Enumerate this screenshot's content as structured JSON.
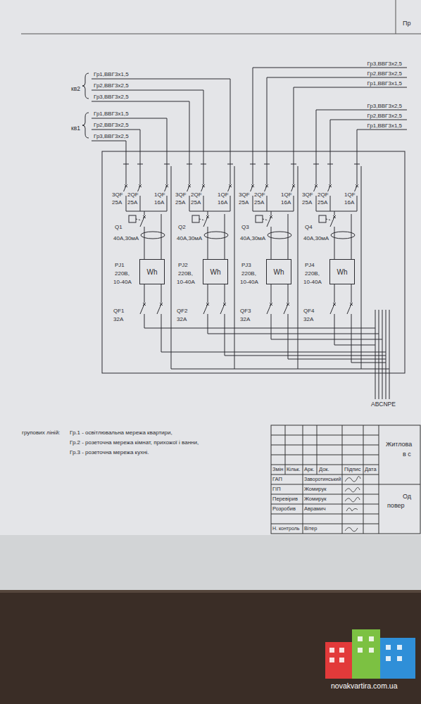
{
  "diagram": {
    "nodes": [
      {
        "text": [
          "Wh"
        ]
      },
      {
        "text": [
          "Wh"
        ]
      },
      {
        "text": [
          "Wh"
        ]
      },
      {
        "text": [
          "Wh"
        ]
      }
    ],
    "labels": [
      "Пр",
      "кв2",
      "Гр1,ВВГ3х1,5",
      "Гр2,ВВГ3х2,5",
      "Гр3,ВВГ3х2,5",
      "кв1",
      "Гр1,ВВГ3х1,5",
      "Гр2,ВВГ3х2,5",
      "Гр3,ВВГ3х2,5",
      "Гр3,ВВГ3х2,5",
      "Гр2,ВВГ3х2,5",
      "Гр1,ВВГ3х1,5",
      "Гр3,ВВГ3х2,5",
      "Гр2,ВВГ3х2,5",
      "Гр1,ВВГ3х1,5",
      "3QF",
      "25A",
      "2QF",
      "25A",
      "1QF",
      "16A",
      "Q1",
      "40A,30мА",
      "PJ1",
      "220В,",
      "10-40А",
      "QF1",
      "32A",
      "3QF",
      "25A",
      "2QF",
      "25A",
      "1QF",
      "16A",
      "Q2",
      "40A,30мА",
      "PJ2",
      "220В,",
      "10-40А",
      "QF2",
      "32A",
      "3QF",
      "25A",
      "2QF",
      "25A",
      "1QF",
      "16A",
      "Q3",
      "40A,30мА",
      "PJ3",
      "220В,",
      "10-40А",
      "QF3",
      "32A",
      "3QF",
      "25A",
      "2QF",
      "25A",
      "1QF",
      "16A",
      "Q4",
      "40A,30мА",
      "PJ4",
      "220В,",
      "10-40А",
      "QF4",
      "32A",
      "ABCNPE",
      "групових ліній:",
      "Гр.1 - освітлювальна мережа квартири,",
      "Гр.2 - розеточна мережа кімнат, прихожої і ванни,",
      "Гр.3 - розеточна мережа кухні.",
      "Змін",
      "Кільк.",
      "Арк.",
      "Док.",
      "Підпис",
      "Дата",
      "ГАП",
      "Заворотинський",
      "ГІП",
      "Жомирук",
      "Перевірив",
      "Жомирук",
      "Розробив",
      "Аврамич",
      "Н. контроль",
      "Вітер",
      "Житлова",
      "в с",
      "Од",
      "повер",
      "novakvartira.com.ua"
    ]
  }
}
